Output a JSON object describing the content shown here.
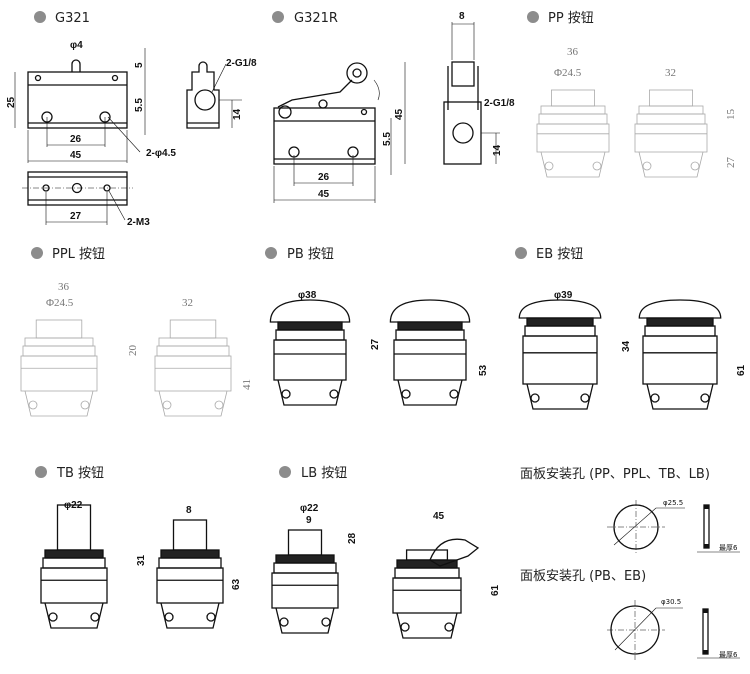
{
  "colors": {
    "dot": "#8c8c8c",
    "line": "#111111",
    "ghost": "#999999"
  },
  "g321": {
    "title": "G321",
    "phi4": "φ4",
    "d5": "5",
    "d25": "25",
    "d55": "5.5",
    "d26": "26",
    "d45": "45",
    "holes": "2-φ4.5",
    "port": "2-G1/8",
    "d14": "14",
    "d27": "27",
    "m3": "2-M3"
  },
  "g321r": {
    "title": "G321R",
    "d45v": "45",
    "d55": "5.5",
    "d26": "26",
    "d45": "45",
    "d8": "8",
    "port": "2-G1/8",
    "d14": "14"
  },
  "pp": {
    "title": "PP 按钮",
    "d36": "36",
    "phi": "Φ24.5",
    "d32": "32",
    "d15": "15",
    "d27": "27"
  },
  "ppl": {
    "title": "PPL 按钮",
    "d36": "36",
    "phi": "Φ24.5",
    "d32": "32",
    "d20": "20",
    "d41": "41"
  },
  "pb": {
    "title": "PB 按钮",
    "phi": "φ38",
    "d27": "27",
    "d53": "53"
  },
  "eb": {
    "title": "EB 按钮",
    "phi": "φ39",
    "d34": "34",
    "d61": "61"
  },
  "tb": {
    "title": "TB 按钮",
    "phi": "φ22",
    "d8": "8",
    "d31": "31",
    "d63": "63"
  },
  "lb": {
    "title": "LB 按钮",
    "phi": "φ22",
    "d9": "9",
    "d28": "28",
    "d45": "45",
    "d61": "61"
  },
  "panel1": {
    "title": "面板安装孔 (PP、PPL、TB、LB)",
    "phi": "φ25.5",
    "thick": "最厚6"
  },
  "panel2": {
    "title": "面板安装孔 (PB、EB)",
    "phi": "φ30.5",
    "thick": "最厚6"
  }
}
